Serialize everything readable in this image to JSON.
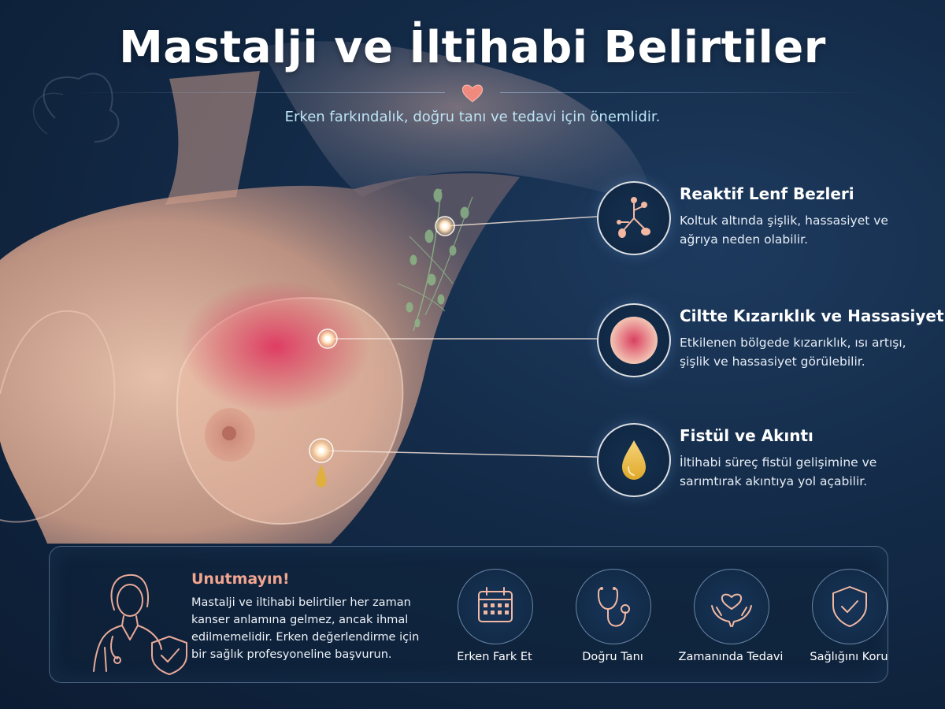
{
  "title": "Mastalji ve İltihabi Belirtiler",
  "subtitle": "Erken farkındalık, doğru tanı ve tedavi için önemlidir.",
  "symptoms": [
    {
      "title": "Reaktif Lenf Bezleri",
      "description": "Koltuk altında şişlik, hassasiyet ve ağrıya neden olabilir.",
      "icon": "lymph-node-icon"
    },
    {
      "title": "Ciltte Kızarıklık ve Hassasiyet",
      "description": "Etkilenen bölgede kızarıklık, ısı artışı, şişlik ve hassasiyet görülebilir.",
      "icon": "redness-icon"
    },
    {
      "title": "Fistül ve Akıntı",
      "description": "İltihabi süreç fistül gelişimine ve sarımtırak akıntıya yol açabilir.",
      "icon": "drop-icon"
    }
  ],
  "reminder": {
    "title": "Unutmayın!",
    "text": "Mastalji ve iltihabi belirtiler her zaman kanser anlamına gelmez, ancak ihmal edilmemelidir. Erken değerlendirme için bir sağlık profesyoneline başvurun."
  },
  "actions": [
    {
      "label": "Erken Fark Et",
      "icon": "calendar-icon"
    },
    {
      "label": "Doğru Tanı",
      "icon": "stethoscope-icon"
    },
    {
      "label": "Zamanında Tedavi",
      "icon": "heart-hands-icon"
    },
    {
      "label": "Sağlığını Koru",
      "icon": "shield-check-icon"
    }
  ],
  "colors": {
    "background": "#132a47",
    "accent_title": "#f2a58f",
    "subtitle": "#bde4f4",
    "skin": "#e8b9a0",
    "redness": "#d9405f",
    "discharge": "#e0b12e",
    "lymph": "#8fbf8a"
  }
}
